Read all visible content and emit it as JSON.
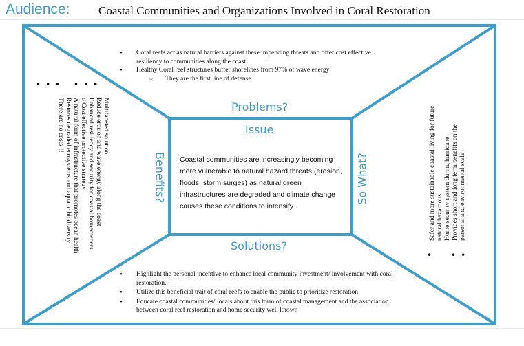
{
  "header": {
    "audience_label": "Audience:",
    "audience_description": "Coastal Communities and Organizations Involved in Coral Restoration"
  },
  "labels": {
    "problems": "Problems?",
    "issue": "Issue",
    "solutions": "Solutions?",
    "benefits": "Benefits?",
    "so_what": "So What?"
  },
  "issue_text": "Coastal communities are increasingly becoming more vulnerable to natural hazard threats (erosion, floods, storm surges) as natural green infrastructures are degraded and climate change causes these conditions to intensify.",
  "problems": {
    "items": [
      "Coral reefs act as natural barriers against these impending threats and offer cost effective resiliency to communities along the coast",
      "Healthy Coral reef structures buffer shorelines from 97% of wave energy"
    ],
    "sub_items": [
      "They are the first line of defense"
    ]
  },
  "benefits": {
    "lines": [
      "Multifaceted solution",
      "Reduce erosion and wave energy along the coast",
      "Enhanced resiliency and security for coastal homeowners",
      "o    Cost effective protective strategy",
      "A natural form of infrastructure that promotes ocean health",
      "Restores degraded ecosystems and aquatic biodiversity",
      "There are no costs!!!"
    ]
  },
  "so_what": {
    "lines": [
      "Safer and more sustainable coastal living for future",
      "natural hazardous",
      "Home security system during hurricane",
      "Provides short and long term benefits on the",
      "personal and environmental scale"
    ]
  },
  "solutions": {
    "items": [
      "Highlight the personal incentive to enhance local community investment/ involvement with coral restoration.",
      "Utilize this beneficial trait of coral reefs to enable the public to prioritize restoration",
      "Educate coastal communities/ locals about this form of coastal management and the association between coral reef restoration and home security well known"
    ]
  },
  "colors": {
    "accent": "#3f9ec9",
    "text": "#111111",
    "background": "#ffffff"
  }
}
